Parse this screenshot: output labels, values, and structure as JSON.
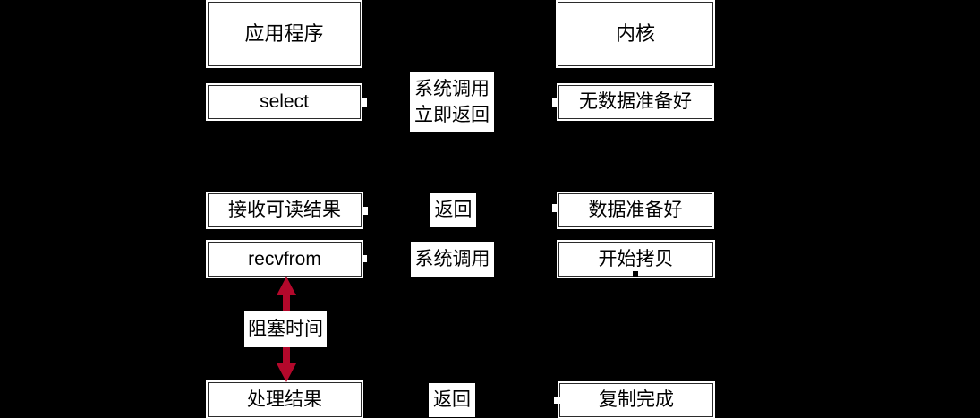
{
  "diagram": {
    "title_left": "应用程序",
    "title_right": "内核",
    "app_steps": {
      "select": "select",
      "recv_result": "接收可读结果",
      "recvfrom": "recvfrom",
      "process_result": "处理结果"
    },
    "kernel_steps": {
      "no_data": "无数据准备好",
      "data_ready": "数据准备好",
      "start_copy": "开始拷贝",
      "copy_done": "复制完成"
    },
    "transitions": {
      "syscall_line1": "系统调用",
      "syscall_line2": "立即返回",
      "return1": "返回",
      "syscall2": "系统调用",
      "return2": "返回"
    },
    "blocking_label": "阻塞时间"
  },
  "colors": {
    "background": "#000000",
    "box_fill": "#ffffff",
    "box_border": "#2b2b2b",
    "text": "#000000",
    "arrow_red": "#b3082b"
  }
}
